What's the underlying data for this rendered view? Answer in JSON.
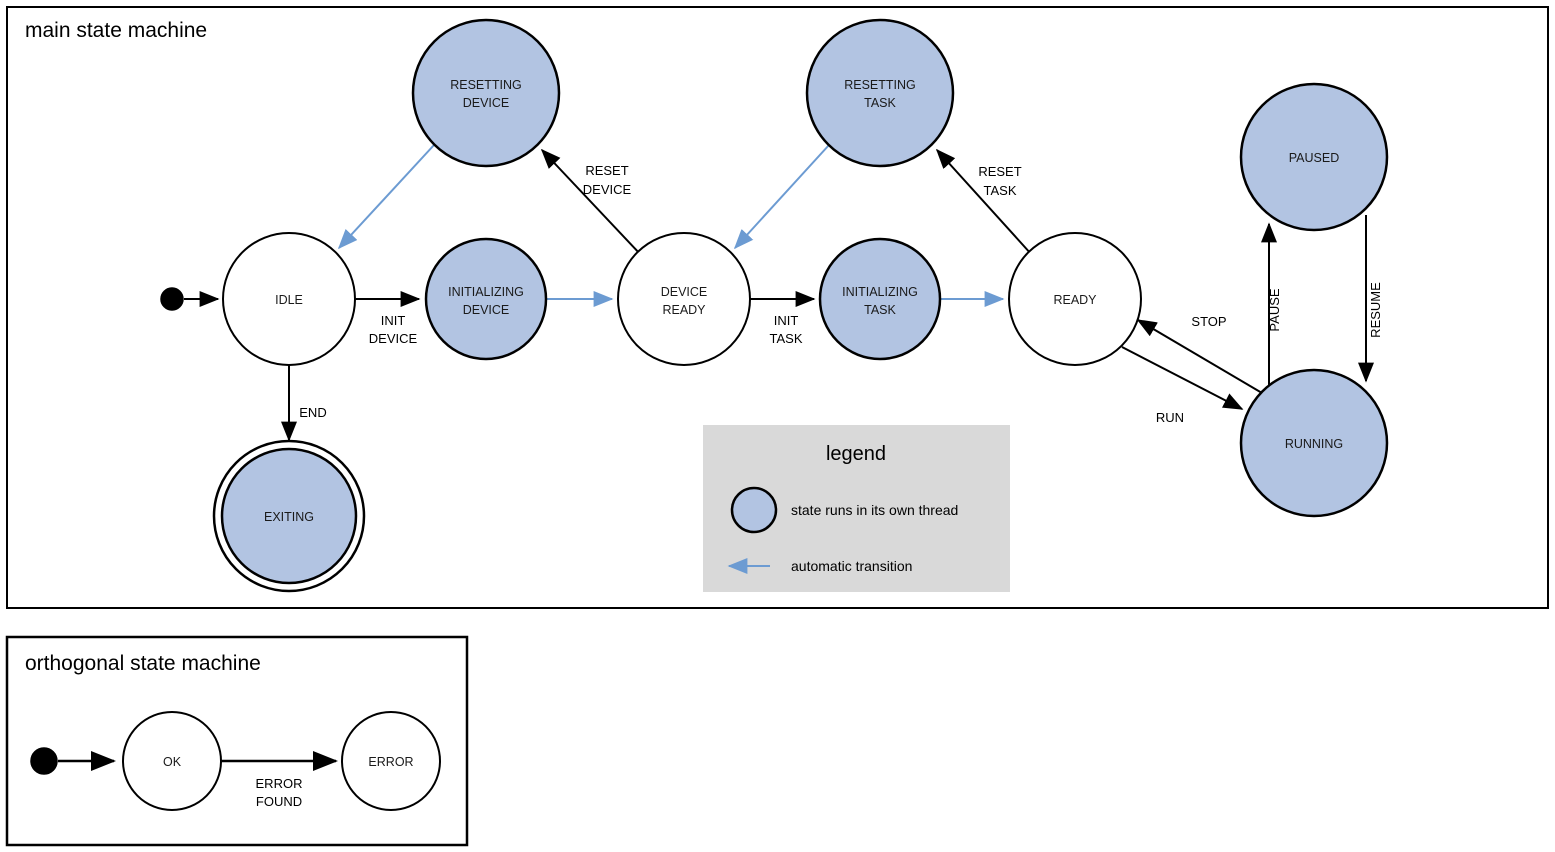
{
  "colors": {
    "thread_state_fill": "#b2c4e2",
    "plain_state_fill": "#ffffff",
    "state_stroke": "#000000",
    "auto_transition": "#6c9bd2",
    "manual_transition": "#000000",
    "legend_bg": "#d9d9d9",
    "frame_stroke": "#000000",
    "page_bg": "#ffffff"
  },
  "main_frame": {
    "title": "main state machine"
  },
  "orthogonal_frame": {
    "title": "orthogonal state machine"
  },
  "states": {
    "idle": {
      "label": "IDLE",
      "threaded": false,
      "final": false
    },
    "resetting_device": {
      "label_line1": "RESETTING",
      "label_line2": "DEVICE",
      "threaded": true,
      "final": false
    },
    "initializing_device": {
      "label_line1": "INITIALIZING",
      "label_line2": "DEVICE",
      "threaded": true,
      "final": false
    },
    "device_ready": {
      "label_line1": "DEVICE",
      "label_line2": "READY",
      "threaded": false,
      "final": false
    },
    "resetting_task": {
      "label_line1": "RESETTING",
      "label_line2": "TASK",
      "threaded": true,
      "final": false
    },
    "initializing_task": {
      "label_line1": "INITIALIZING",
      "label_line2": "TASK",
      "threaded": true,
      "final": false
    },
    "ready": {
      "label": "READY",
      "threaded": false,
      "final": false
    },
    "paused": {
      "label": "PAUSED",
      "threaded": true,
      "final": false
    },
    "running": {
      "label": "RUNNING",
      "threaded": true,
      "final": false
    },
    "exiting": {
      "label": "EXITING",
      "threaded": true,
      "final": true
    },
    "ok": {
      "label": "OK",
      "threaded": false,
      "final": false
    },
    "error": {
      "label": "ERROR",
      "threaded": false,
      "final": false
    }
  },
  "transitions": {
    "init_device": {
      "line1": "INIT",
      "line2": "DEVICE",
      "kind": "manual"
    },
    "end": {
      "line1": "END",
      "line2": "",
      "kind": "manual"
    },
    "reset_device": {
      "line1": "RESET",
      "line2": "DEVICE",
      "kind": "manual"
    },
    "init_task": {
      "line1": "INIT",
      "line2": "TASK",
      "kind": "manual"
    },
    "reset_task": {
      "line1": "RESET",
      "line2": "TASK",
      "kind": "manual"
    },
    "stop": {
      "line1": "STOP",
      "line2": "",
      "kind": "manual"
    },
    "run": {
      "line1": "RUN",
      "line2": "",
      "kind": "manual"
    },
    "pause": {
      "line1": "PAUSE",
      "line2": "",
      "kind": "manual"
    },
    "resume": {
      "line1": "RESUME",
      "line2": "",
      "kind": "manual"
    },
    "error_found": {
      "line1": "ERROR",
      "line2": "FOUND",
      "kind": "manual"
    }
  },
  "legend": {
    "title": "legend",
    "item_thread": "state runs in its own thread",
    "item_auto": "automatic transition"
  }
}
